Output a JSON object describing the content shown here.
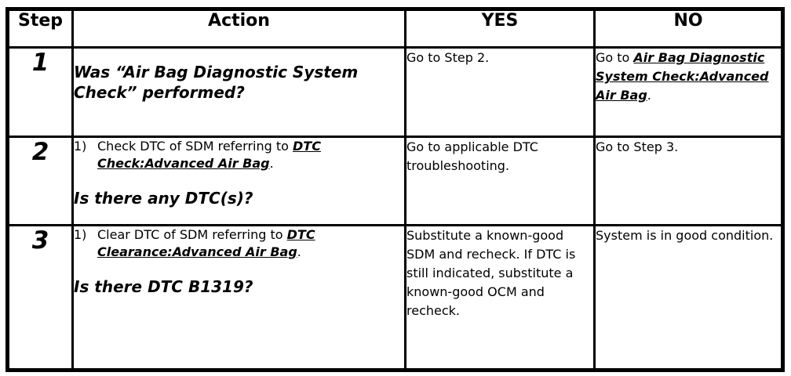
{
  "colors": {
    "border": "#000000",
    "text": "#000000",
    "background": "#ffffff"
  },
  "table": {
    "headers": {
      "step": "Step",
      "action": "Action",
      "yes": "YES",
      "no": "NO"
    },
    "rows": [
      {
        "step": "1",
        "action": {
          "question": "Was “Air Bag Diagnostic System Check” performed?"
        },
        "yes": {
          "text": "Go to Step 2."
        },
        "no": {
          "prefix": "Go to ",
          "link": "Air Bag Diagnostic System Check:Advanced Air Bag",
          "suffix": "."
        }
      },
      {
        "step": "2",
        "action": {
          "item_number": "1)",
          "item_prefix": "Check DTC of SDM referring to ",
          "item_link": "DTC Check:Advanced Air Bag",
          "item_suffix": ".",
          "question": "Is there any DTC(s)?"
        },
        "yes": {
          "text": "Go to applicable DTC troubleshooting."
        },
        "no": {
          "text": "Go to Step 3."
        }
      },
      {
        "step": "3",
        "action": {
          "item_number": "1)",
          "item_prefix": "Clear DTC of SDM referring to ",
          "item_link": "DTC Clearance:Advanced Air Bag",
          "item_suffix": ".",
          "question": "Is there DTC B1319?"
        },
        "yes": {
          "text": "Substitute a known-good SDM and recheck. If DTC is still indicated, substitute a known-good OCM and recheck."
        },
        "no": {
          "text": "System is in good condition."
        }
      }
    ]
  }
}
